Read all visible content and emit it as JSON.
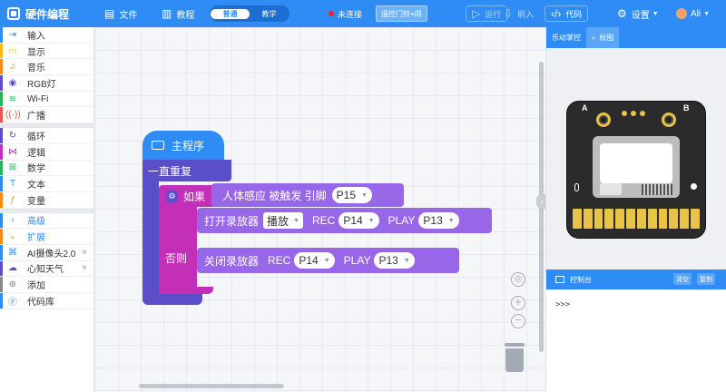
{
  "topbar": {
    "brand": "硬件编程",
    "file": "文件",
    "tutorial": "教程",
    "mode_normal": "普通",
    "mode_teach": "教学",
    "status": "未连接",
    "connect": "遥控门铃+闹",
    "run": "运行",
    "flash": "刷入",
    "code": "代码",
    "settings": "设置",
    "user": "Ali"
  },
  "sidebar": {
    "categories": [
      {
        "label": "输入",
        "color": "#2f8cf5",
        "icon": "input-icon"
      },
      {
        "label": "显示",
        "color": "#f5b916",
        "icon": "display-icon"
      },
      {
        "label": "音乐",
        "color": "#fa8c16",
        "icon": "music-icon"
      },
      {
        "label": "RGB灯",
        "color": "#5b4ec9",
        "icon": "bulb-icon"
      },
      {
        "label": "Wi-Fi",
        "color": "#26b45b",
        "icon": "wifi-icon"
      },
      {
        "label": "广播",
        "color": "#ef5350",
        "icon": "broadcast-icon"
      },
      {
        "label": "循环",
        "color": "#5b4ec9",
        "icon": "loop-icon"
      },
      {
        "label": "逻辑",
        "color": "#c42fb7",
        "icon": "logic-icon"
      },
      {
        "label": "数学",
        "color": "#26b45b",
        "icon": "math-icon"
      },
      {
        "label": "文本",
        "color": "#2f8cf5",
        "icon": "text-icon"
      },
      {
        "label": "变量",
        "color": "#fa8c16",
        "icon": "variable-icon"
      }
    ],
    "advanced": "高级",
    "extensions": "扩展",
    "ext_items": [
      {
        "label": "AI摄像头2.0",
        "color": "#2f8cf5"
      },
      {
        "label": "心知天气",
        "color": "#5b4ec9"
      }
    ],
    "add": "添加",
    "library": "代码库"
  },
  "blocks": {
    "main": "主程序",
    "forever": "一直重复",
    "if": "如果",
    "else": "否则",
    "sensor_text": "人体感应 被触发 引脚",
    "sensor_pin": "P15",
    "rec_open": "打开录放器",
    "rec_mode": "播放",
    "rec_label": "REC",
    "rec_pin": "P14",
    "play_label": "PLAY",
    "play_pin": "P13",
    "rec_close": "关闭录放器"
  },
  "right": {
    "tab_board": "乐动掌控",
    "tab_draw": "绘图",
    "console_title": "控制台",
    "btn_a": "清空",
    "btn_b": "复制",
    "prompt": ">>>"
  },
  "board": {
    "label_a": "A",
    "label_b": "B"
  }
}
